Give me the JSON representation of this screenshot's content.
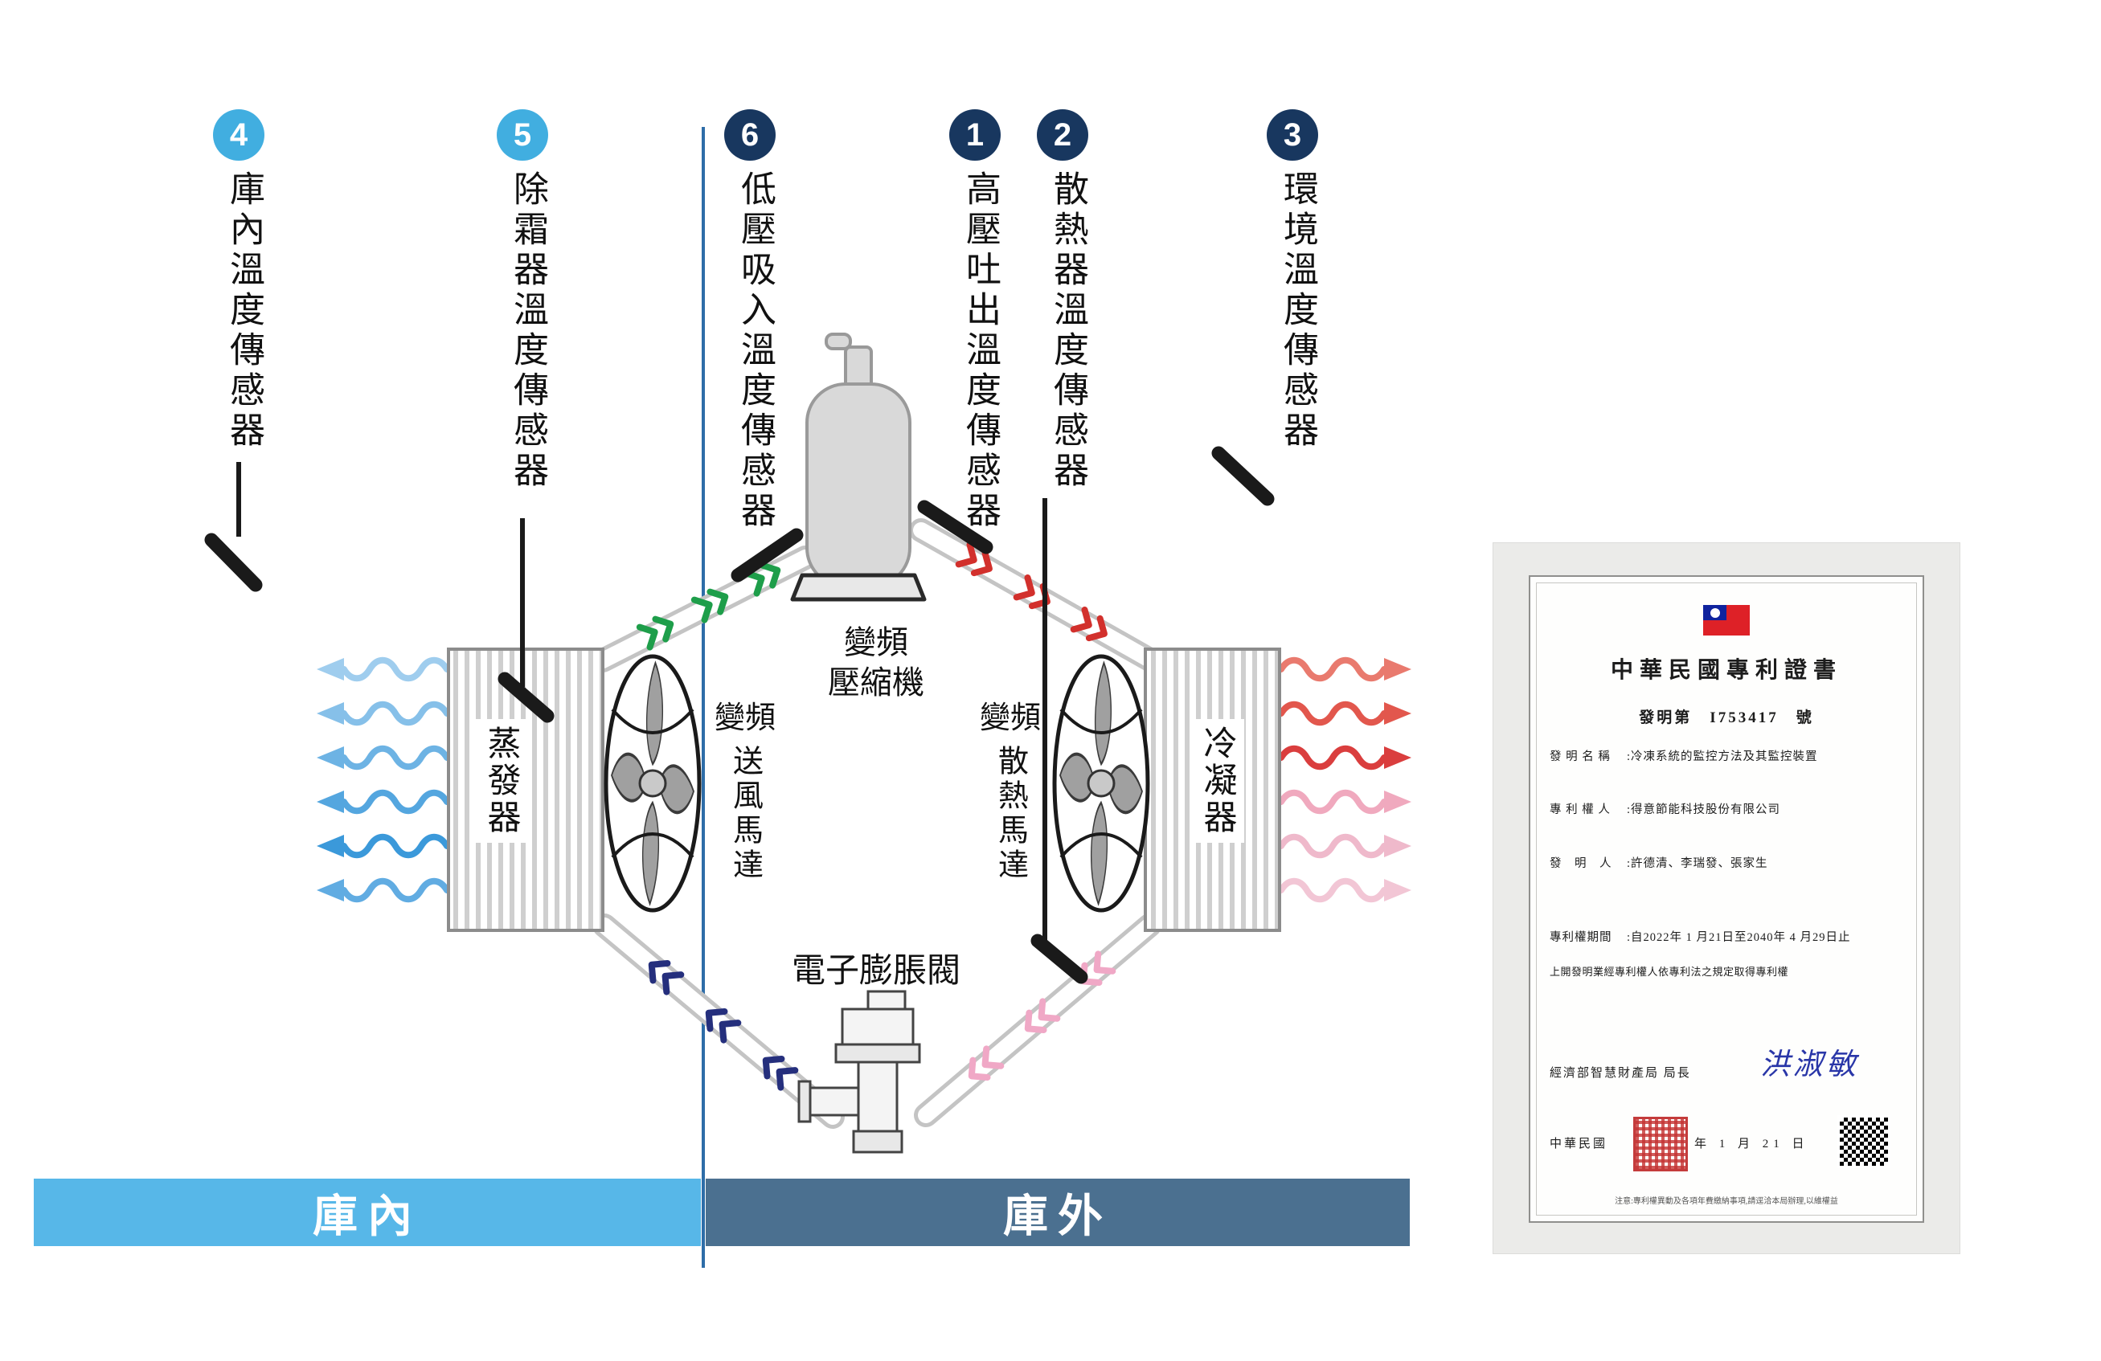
{
  "diagram": {
    "sensors": [
      {
        "num": "4",
        "label": "庫內溫度傳感器",
        "color": "#41AEE0"
      },
      {
        "num": "5",
        "label": "除霜器溫度傳感器",
        "color": "#41AEE0"
      },
      {
        "num": "6",
        "label": "低壓吸入溫度傳感器",
        "color": "#18375F"
      },
      {
        "num": "1",
        "label": "高壓吐出溫度傳感器",
        "color": "#18375F"
      },
      {
        "num": "2",
        "label": "散熱器溫度傳感器",
        "color": "#18375F"
      },
      {
        "num": "3",
        "label": "環境溫度傳感器",
        "color": "#18375F"
      }
    ],
    "components": {
      "compressor": {
        "line1": "變頻",
        "line2": "壓縮機"
      },
      "fan_left": {
        "line1": "變頻",
        "line2": "送風馬達"
      },
      "fan_right": {
        "line1": "變頻",
        "line2": "散熱馬達"
      },
      "evaporator": "蒸發器",
      "condenser": "冷凝器",
      "expansion_valve": "電子膨脹閥"
    },
    "zones": {
      "inside": {
        "label": "庫內",
        "color": "#57B7E8"
      },
      "outside": {
        "label": "庫外",
        "color": "#4B7090"
      }
    },
    "flow_colors": {
      "suction": "#1E9E4A",
      "discharge": "#D2302C",
      "liquid": "#F0A8C6",
      "return": "#252F7D",
      "cold_air": "#6DB3E4",
      "hot_air": "#DA3E3E",
      "separator": "#2E6DA8"
    }
  },
  "certificate": {
    "title": "中華民國專利證書",
    "patent_line": "發明第　I753417　號",
    "fields": [
      {
        "label": "發 明 名 稱",
        "value": "冷凍系統的監控方法及其監控裝置"
      },
      {
        "label": "專 利 權 人",
        "value": "得意節能科技股份有限公司"
      },
      {
        "label": "發　明　人",
        "value": "許德清、李瑞發、張家生"
      },
      {
        "label": "專利權期間",
        "value": "自2022年 1 月21日至2040年 4 月29日止"
      }
    ],
    "grant_text": "上開發明業經專利權人依專利法之規定取得專利權",
    "issuer": "經濟部智慧財產局 局長",
    "signature": "洪淑敏",
    "date_left": "中華民國",
    "date_right": "年 1 月 21 日",
    "footnote": "注意:專利權異動及各項年費繳納事項,請逕洽本局辦理,以維權益"
  }
}
